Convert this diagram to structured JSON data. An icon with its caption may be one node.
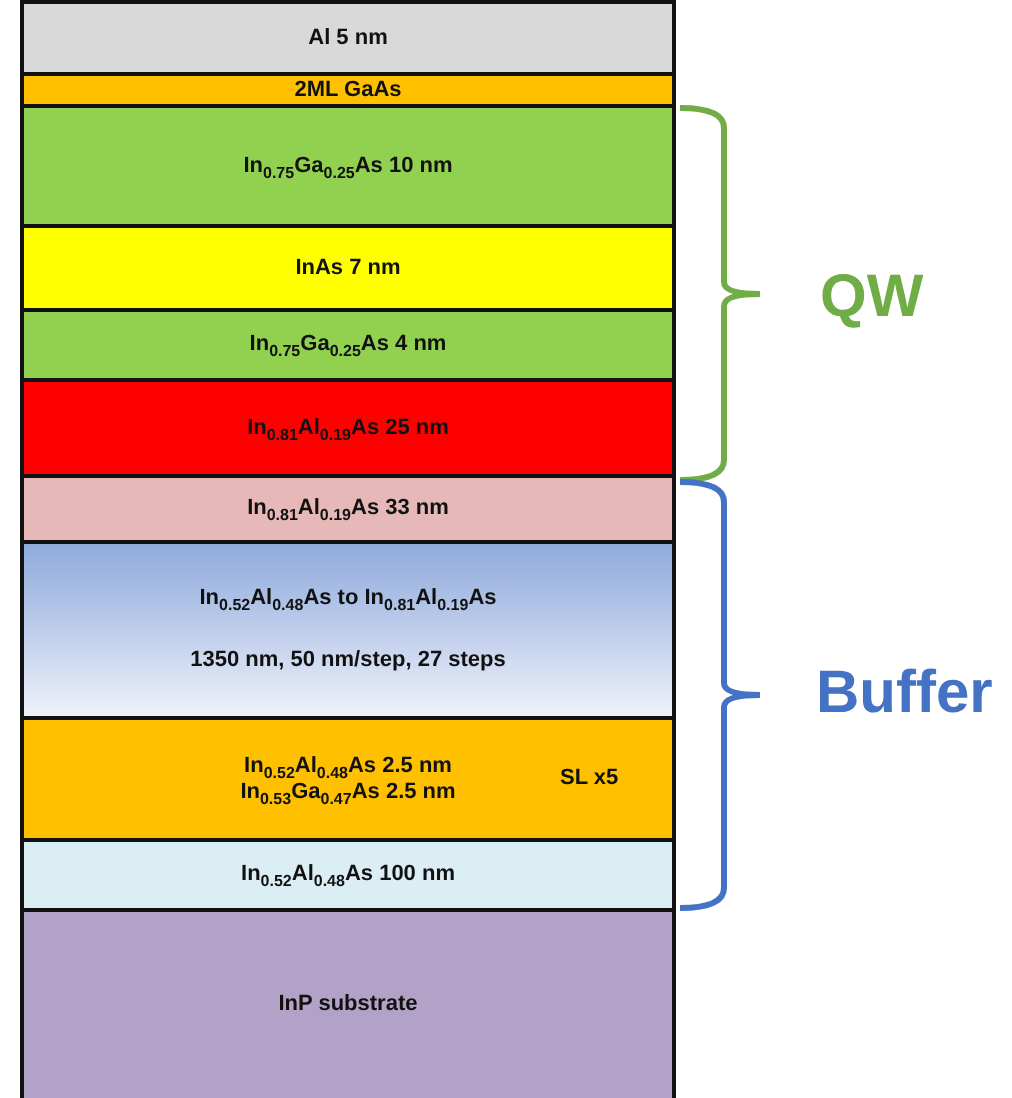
{
  "diagram": {
    "nodes": [
      {
        "text": [
          "Al 5 nm"
        ]
      },
      {
        "text": [
          "2ML GaAs"
        ]
      },
      {
        "text": [
          "In$_{0.75}$Ga$_{0.25}$As 10 nm"
        ]
      },
      {
        "text": [
          "InAs 7 nm"
        ]
      },
      {
        "text": [
          "In$_{0.75}$Ga$_{0.25}$As 4 nm"
        ]
      },
      {
        "text": [
          "In$_{0.81}$Al$_{0.19}$As 25 nm"
        ]
      },
      {
        "text": [
          "In$_{0.81}$Al$_{0.19}$As 33 nm"
        ]
      },
      {
        "text": [
          "In$_{0.52}$Al$_{0.48}$As to In$_{0.81}$Al$_{0.19}$As",
          "1350 nm, 50 nm/step, 27 steps"
        ]
      },
      {
        "text": [
          "In$_{0.52}$Al$_{0.48}$As 2.5 nm",
          "In$_{0.53}$Ga$_{0.47}$As 2.5 nm",
          "SL x5"
        ]
      },
      {
        "text": [
          "In$_{0.52}$Al$_{0.48}$As 100 nm"
        ]
      },
      {
        "text": [
          "InP substrate"
        ]
      }
    ],
    "labels": [
      "QW",
      "Buffer"
    ]
  }
}
